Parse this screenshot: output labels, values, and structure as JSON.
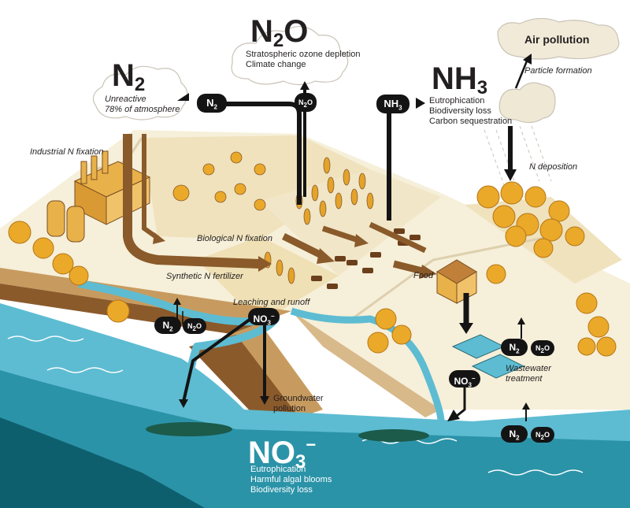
{
  "big_labels": {
    "n2o": {
      "main": "N",
      "sub": "2",
      "tail": "O"
    },
    "n2": {
      "main": "N",
      "sub": "2"
    },
    "nh3": {
      "main": "NH",
      "sub": "3"
    },
    "no3": {
      "main": "NO",
      "sub": "3",
      "sup": "−"
    }
  },
  "n2o_effects": [
    "Stratospheric ozone depletion",
    "Climate change"
  ],
  "n2_note": [
    "Unreactive",
    "78% of atmosphere"
  ],
  "nh3_effects": [
    "Eutrophication",
    "Biodiversity loss",
    "Carbon sequestration"
  ],
  "no3_effects": [
    "Eutrophication",
    "Harmful algal blooms",
    "Biodiversity loss"
  ],
  "air_pollution": "Air pollution",
  "process_labels": {
    "particle_formation": "Particle formation",
    "n_deposition": "N deposition",
    "industrial_n_fixation": "Industrial N fixation",
    "biological_n_fixation": "Biological N fixation",
    "synthetic_n_fertilizer": "Synthetic N fertilizer",
    "leaching_runoff": "Leaching and runoff",
    "food": "Food",
    "groundwater": [
      "Groundwater",
      "pollution"
    ],
    "wastewater": [
      "Wastewater",
      "treatment"
    ]
  },
  "pills": {
    "n2": {
      "main": "N",
      "sub": "2"
    },
    "n2o": {
      "main": "N",
      "sub": "2",
      "tail": "O"
    },
    "nh3": {
      "main": "NH",
      "sub": "3"
    },
    "no3": {
      "main": "NO",
      "sub": "3",
      "sup": "−"
    }
  },
  "colors": {
    "land": "#f6efd9",
    "water_light": "#5dbcd2",
    "water_mid": "#2b93a8",
    "water_deep": "#0e5f6e",
    "soil": "#8b5a2b",
    "tree": "#eba92a",
    "flow_brown": "#8a5a2a",
    "flow_black": "#141414"
  }
}
